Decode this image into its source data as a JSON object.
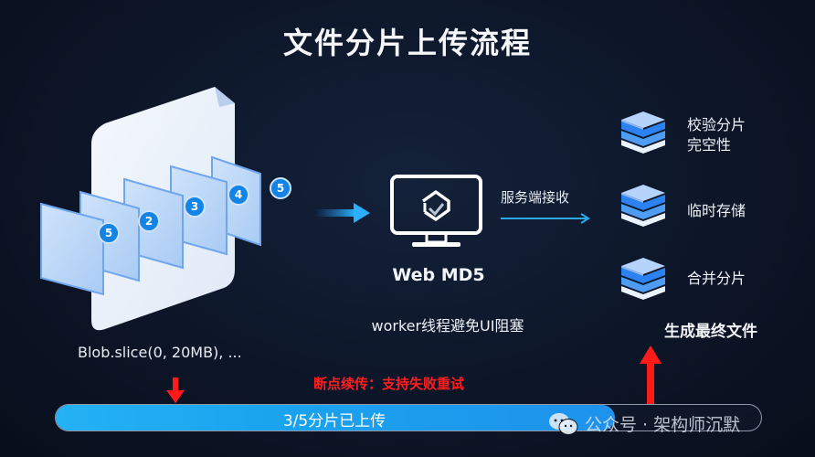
{
  "title": "文件分片上传流程",
  "file": {
    "slice_numbers": [
      "5",
      "2",
      "3",
      "4",
      "5"
    ],
    "caption": "Blob.slice(0, 20MB), ..."
  },
  "client": {
    "label": "Web MD5",
    "sublabel": "worker线程避免UI阻塞",
    "icon": "monitor-hash-icon"
  },
  "server": {
    "receive_label": "服务端接收",
    "steps": [
      {
        "label_line1": "校验分片",
        "label_line2": "完空性",
        "icon": "layers-icon"
      },
      {
        "label_line1": "临时存储",
        "label_line2": "",
        "icon": "layers-icon"
      },
      {
        "label_line1": "合并分片",
        "label_line2": "",
        "icon": "layers-icon"
      }
    ],
    "final_label": "生成最终文件"
  },
  "resume": {
    "label": "断点续传：支持失败重试",
    "color": "#ff1e1e"
  },
  "progress": {
    "text": "3/5分片已上传",
    "uploaded": 3,
    "total": 5,
    "fill_color": "#1fa6f0"
  },
  "watermark": {
    "text": "公众号 · 架构师沉默",
    "icon": "wechat-icon"
  },
  "colors": {
    "background": "#0d1628",
    "accent_blue": "#1fa6f0",
    "alert_red": "#ff1e1e"
  }
}
